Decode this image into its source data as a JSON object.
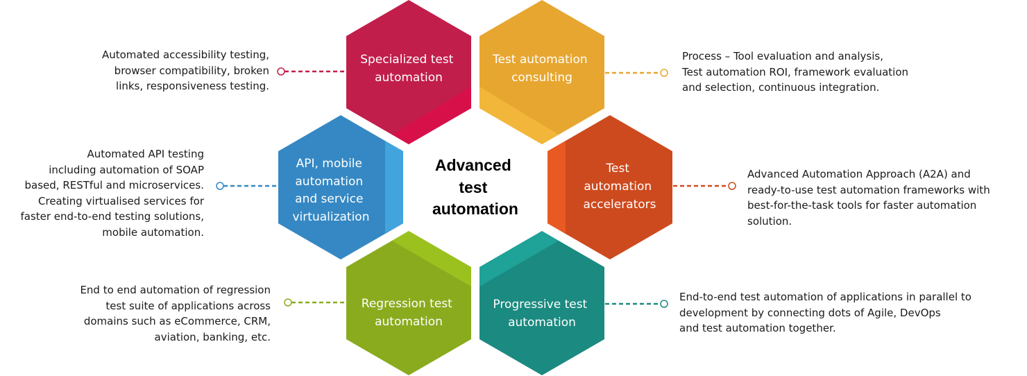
{
  "center": {
    "lines": [
      "Advanced",
      "test",
      "automation"
    ]
  },
  "segments": [
    {
      "id": "specialized",
      "color": "#c21e4b",
      "shade": "#d8104a",
      "label": [
        "Specialized test",
        "automation"
      ],
      "description": [
        "Automated accessibility testing,",
        "browser compatibility, broken",
        "links, responsiveness testing."
      ]
    },
    {
      "id": "consulting",
      "color": "#e7a630",
      "shade": "#f2b63a",
      "label": [
        "Test automation",
        "consulting"
      ],
      "description": [
        "Process – Tool evaluation and analysis,",
        "Test automation ROI, framework evaluation",
        "and selection, continuous integration."
      ]
    },
    {
      "id": "accelerators",
      "color": "#cd4a1e",
      "shade": "#e85a22",
      "label": [
        "Test",
        "automation",
        "accelerators"
      ],
      "description": [
        "Advanced Automation Approach (A2A) and",
        "ready-to-use test automation frameworks with",
        "best-for-the-task tools for faster automation",
        "solution."
      ]
    },
    {
      "id": "progressive",
      "color": "#1b8a80",
      "shade": "#1fa297",
      "label": [
        "Progressive test",
        "automation"
      ],
      "description": [
        "End-to-end  test automation of applications in parallel to",
        "development by connecting dots of Agile, DevOps",
        "and test automation together."
      ]
    },
    {
      "id": "regression",
      "color": "#8aab1e",
      "shade": "#9bc11f",
      "label": [
        "Regression test",
        "automation"
      ],
      "description": [
        "End to end automation of regression",
        "test suite of applications across",
        "domains such as eCommerce, CRM,",
        "aviation, banking, etc."
      ]
    },
    {
      "id": "api",
      "color": "#3588c3",
      "shade": "#42a4dc",
      "label": [
        "API, mobile",
        "automation",
        "and service",
        "virtualization"
      ],
      "description": [
        "Automated API testing",
        "including automation of SOAP",
        "based, RESTful and microservices.",
        "Creating virtualised services for",
        "faster end-to-end testing solutions,",
        "mobile automation."
      ]
    }
  ]
}
